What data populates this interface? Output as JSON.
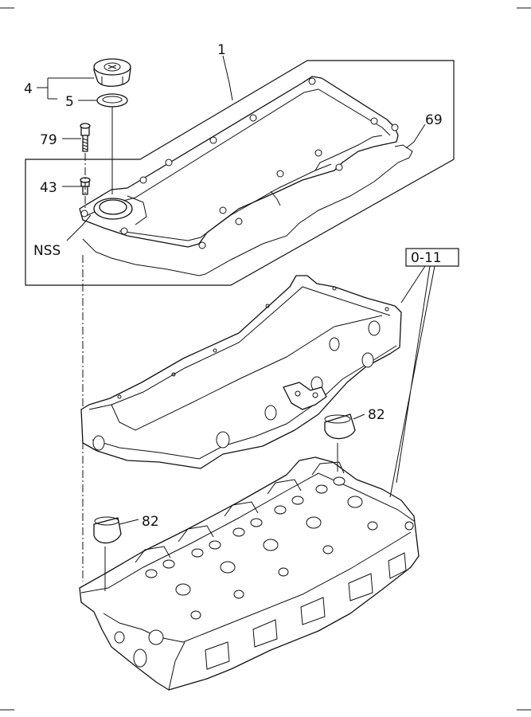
{
  "callouts": {
    "c1": "1",
    "c4": "4",
    "c5": "5",
    "c69": "69",
    "c79": "79",
    "c43": "43",
    "nss": "NSS",
    "ref_box": "0-11",
    "c82_upper": "82",
    "c82_lower": "82"
  },
  "colors": {
    "line": "#111111",
    "background": "#ffffff"
  },
  "parts": {
    "oil_filler_cap": "cap-icon",
    "seal_ring": "seal-icon",
    "bolt": "bolt-icon",
    "head_cover": "head-cover-shape",
    "gasket": "gasket-shape",
    "cam_carrier": "carrier-shape",
    "cylinder_head": "cylinder-head-shape",
    "half_moon_plug": "plug-icon"
  }
}
